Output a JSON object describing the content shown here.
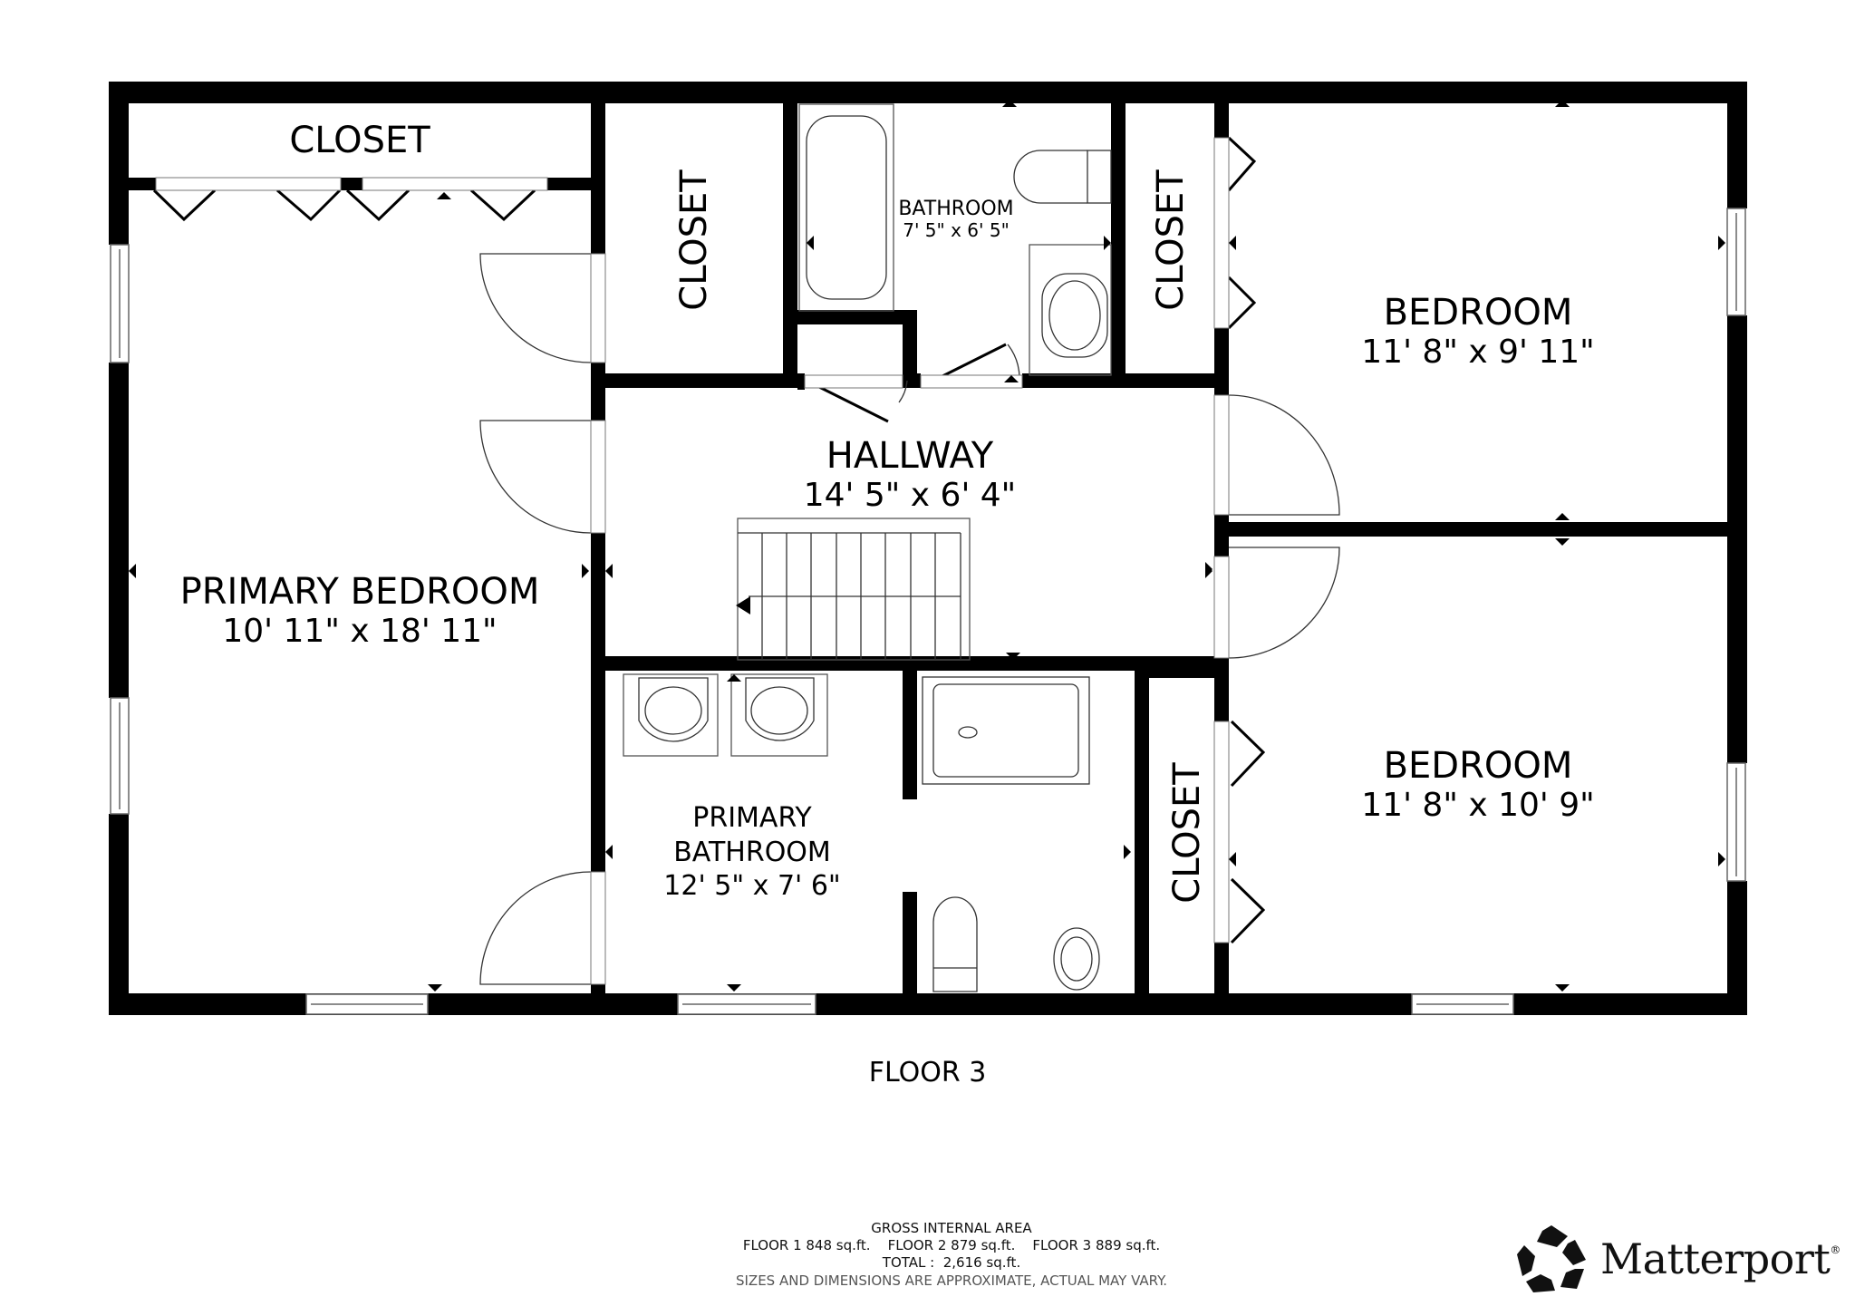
{
  "floor_plan": {
    "floor_label": "FLOOR 3",
    "rooms": [
      {
        "id": "closet-top-left",
        "name": "CLOSET",
        "dimensions": ""
      },
      {
        "id": "closet-top-middle",
        "name": "CLOSET",
        "dimensions": ""
      },
      {
        "id": "bathroom",
        "name": "BATHROOM",
        "dimensions": "7' 5\" x 6' 5\""
      },
      {
        "id": "closet-top-right",
        "name": "CLOSET",
        "dimensions": ""
      },
      {
        "id": "bedroom-1",
        "name": "BEDROOM",
        "dimensions": "11' 8\" x 9' 11\""
      },
      {
        "id": "hallway",
        "name": "HALLWAY",
        "dimensions": "14' 5\" x 6' 4\""
      },
      {
        "id": "primary-bedroom",
        "name": "PRIMARY BEDROOM",
        "dimensions": "10' 11\" x 18' 11\""
      },
      {
        "id": "primary-bathroom",
        "name_line1": "PRIMARY",
        "name_line2": "BATHROOM",
        "dimensions": "12' 5\" x 7' 6\""
      },
      {
        "id": "closet-bottom",
        "name": "CLOSET",
        "dimensions": ""
      },
      {
        "id": "bedroom-2",
        "name": "BEDROOM",
        "dimensions": "11' 8\" x 10' 9\""
      }
    ]
  },
  "gross_internal_area": {
    "title": "GROSS INTERNAL AREA",
    "floors_line": "FLOOR 1 848 sq.ft.    FLOOR 2 879 sq.ft.    FLOOR 3 889 sq.ft.",
    "floors": [
      {
        "label": "FLOOR 1",
        "area": "848 sq.ft."
      },
      {
        "label": "FLOOR 2",
        "area": "879 sq.ft."
      },
      {
        "label": "FLOOR 3",
        "area": "889 sq.ft."
      }
    ],
    "total_line": "TOTAL :  2,616 sq.ft.",
    "disclaimer": "SIZES AND DIMENSIONS ARE APPROXIMATE, ACTUAL MAY VARY."
  },
  "brand": {
    "name": "Matterport",
    "registered": "®",
    "logo_icon": "matterport-pentagon-logo-icon"
  },
  "colors": {
    "wall": "#000000",
    "fixture_line": "#333333",
    "background": "#ffffff",
    "disclaimer_text": "#555555"
  }
}
